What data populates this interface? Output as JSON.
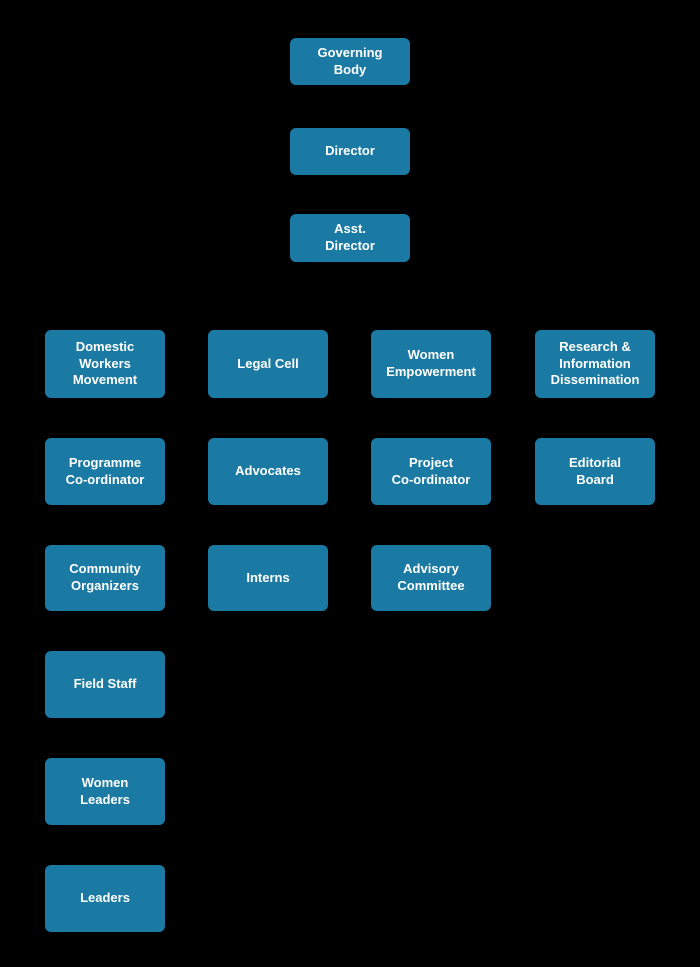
{
  "colors": {
    "background": "#000000",
    "box_fill": "#1b7aa3",
    "box_text": "#ffffff"
  },
  "org_chart": {
    "type": "organizational-chart",
    "chain": [
      "Governing\nBody",
      "Director",
      "Asst.\nDirector"
    ],
    "columns": [
      [
        "Domestic\nWorkers\nMovement",
        "Programme\nCo-ordinator",
        "Community\nOrganizers",
        "Field Staff",
        "Women\nLeaders",
        "Leaders"
      ],
      [
        "Legal Cell",
        "Advocates",
        "Interns"
      ],
      [
        "Women\nEmpowerment",
        "Project\nCo-ordinator",
        "Advisory\nCommittee"
      ],
      [
        "Research &\nInformation\nDissemination",
        "Editorial\nBoard"
      ]
    ]
  }
}
